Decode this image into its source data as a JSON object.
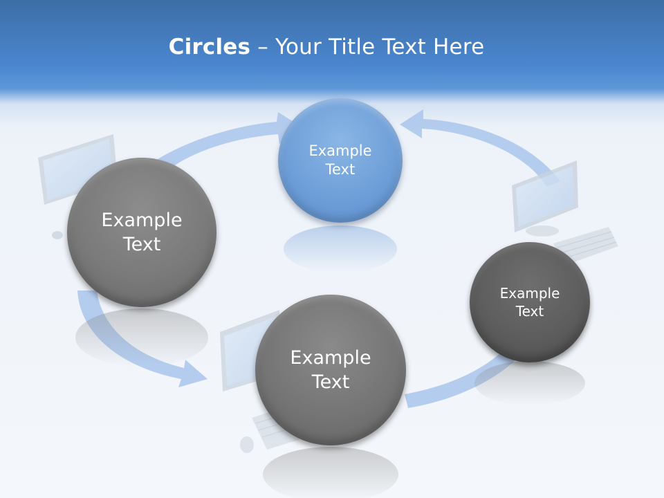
{
  "slide": {
    "title_bold": "Circles",
    "title_rest": " – Your Title Text Here"
  },
  "circles": [
    {
      "id": "top",
      "label_line1": "Example",
      "label_line2": "Text",
      "color": "#6f9fd8"
    },
    {
      "id": "left",
      "label_line1": "Example",
      "label_line2": "Text",
      "color": "#7a7a7a"
    },
    {
      "id": "bottom",
      "label_line1": "Example",
      "label_line2": "Text",
      "color": "#757575"
    },
    {
      "id": "right",
      "label_line1": "Example",
      "label_line2": "Text",
      "color": "#5d5d5d"
    }
  ],
  "colors": {
    "header_blue": "#4a86cf",
    "arrow_blue": "#a9c6ec",
    "monitor_gray": "#c9d3de"
  }
}
